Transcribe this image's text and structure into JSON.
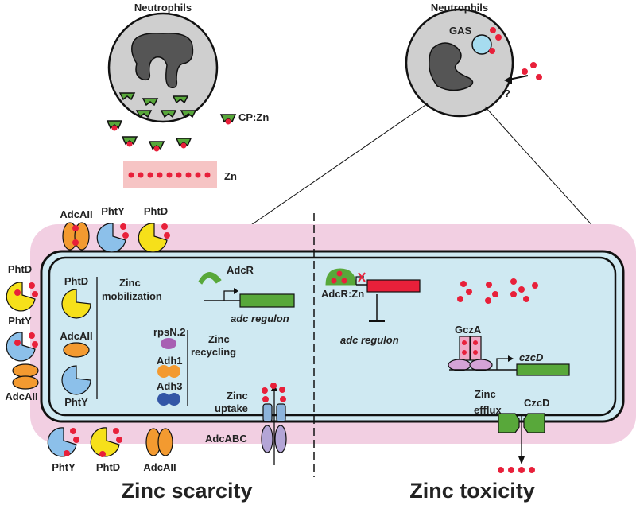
{
  "top_left": {
    "title": "Neutrophils",
    "cp_zn": "CP:Zn",
    "zn": "Zn"
  },
  "top_right": {
    "title": "Neutrophils",
    "gas": "GAS",
    "question": "?"
  },
  "outer_proteins": {
    "top": [
      "AdcAII",
      "PhtY",
      "PhtD"
    ],
    "left": [
      "PhtD",
      "PhtY",
      "AdcAII"
    ],
    "bottom": [
      "PhtY",
      "PhtD",
      "AdcAII"
    ]
  },
  "scarcity": {
    "phtd": "PhtD",
    "adcaii": "AdcAII",
    "phty": "PhtY",
    "mobilization_1": "Zinc",
    "mobilization_2": "mobilization",
    "adcr": "AdcR",
    "regulon": "adc regulon",
    "rpsn": "rpsN.2",
    "adh1": "Adh1",
    "adh3": "Adh3",
    "recycling_1": "Zinc",
    "recycling_2": "recycling",
    "uptake_1": "Zinc",
    "uptake_2": "uptake",
    "adcabc": "AdcABC",
    "caption": "Zinc scarcity"
  },
  "toxicity": {
    "adcr_zn": "AdcR:Zn",
    "regulon": "adc regulon",
    "gcza": "GczA",
    "czcd_gene": "czcD",
    "efflux_1": "Zinc",
    "efflux_2": "efflux",
    "czcd": "CzcD",
    "caption": "Zinc toxicity"
  },
  "colors": {
    "zinc": "#e8203a",
    "cell_outer": "#f2cfe2",
    "cytoplasm": "#cfe9f2",
    "gene": "#58a83a",
    "adh": "#3356a6"
  }
}
